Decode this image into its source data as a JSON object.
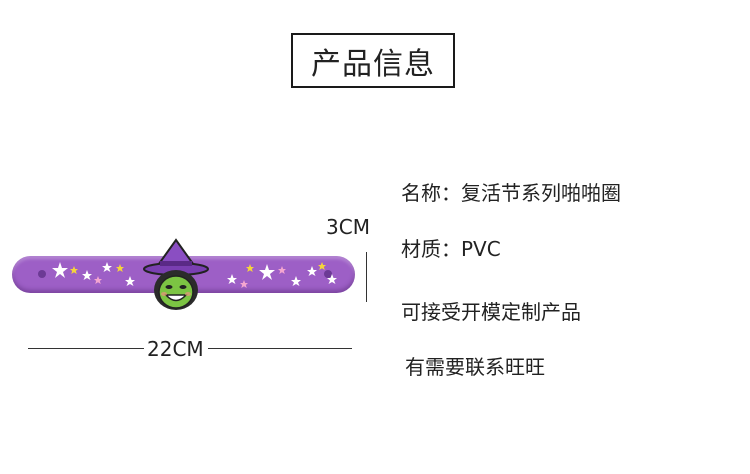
{
  "title": "产品信息",
  "product": {
    "name_line": "名称：复活节系列啪啪圈",
    "material_line": "材质：PVC",
    "custom_line": "可接受开模定制产品",
    "contact_line": "有需要联系旺旺"
  },
  "dimensions": {
    "height_label": "3CM",
    "width_label": "22CM"
  },
  "colors": {
    "band": "#9d5fc6",
    "witch_hat": "#8a4ec2",
    "witch_face": "#7cc443",
    "star_white": "#ffffff",
    "star_yellow": "#f5d53a",
    "star_pink": "#f4a6d0"
  },
  "icons": {
    "charm": "witch-head-icon",
    "star": "star-icon"
  }
}
